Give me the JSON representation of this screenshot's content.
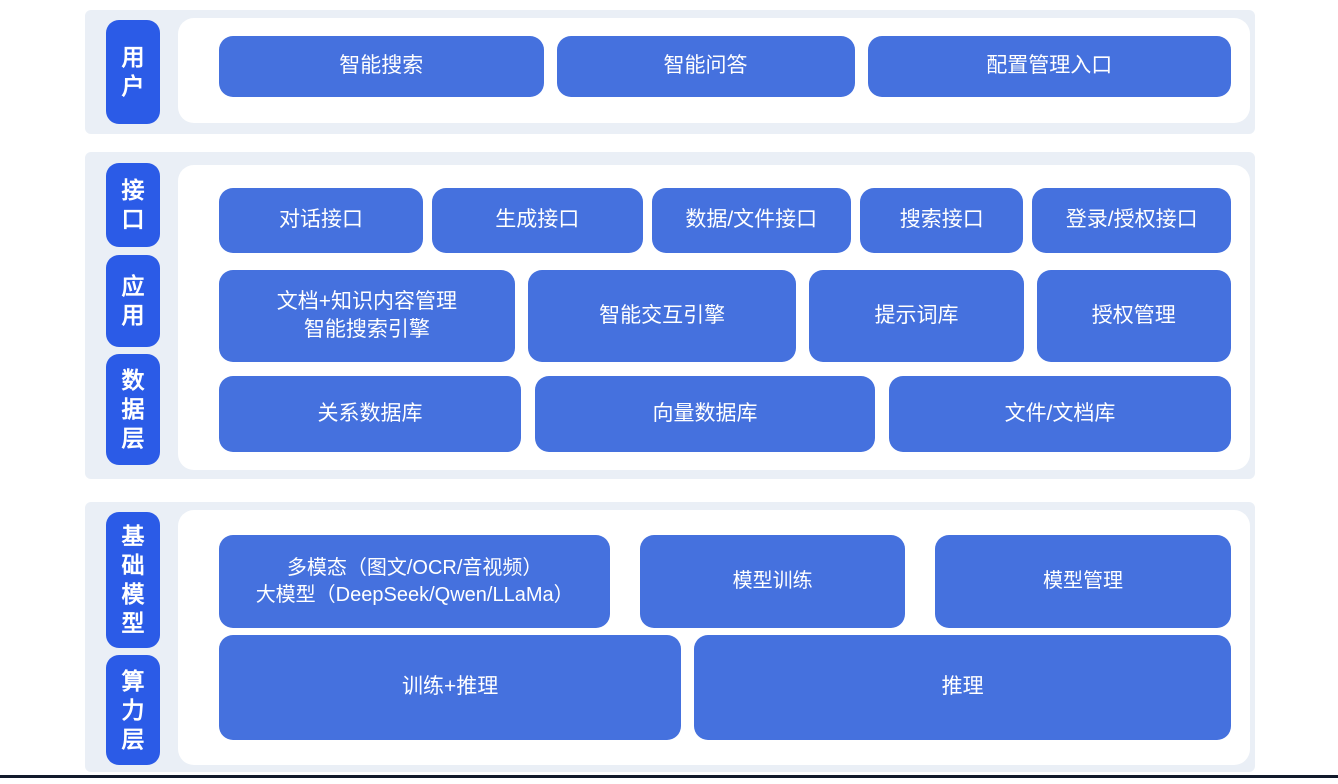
{
  "theme": {
    "band_bg": "#EAEFF6",
    "label_blue": "#2B5BE7",
    "box_blue": "#4571DE",
    "text_white": "#FFFFFF",
    "bottom_line": "#121A2B"
  },
  "diagram": {
    "type": "layered-architecture",
    "sections": [
      {
        "labels": [
          "用户"
        ],
        "rows": [
          [
            "智能搜索",
            "智能问答",
            "配置管理入口"
          ]
        ]
      },
      {
        "labels": [
          "接口",
          "应用",
          "数据层"
        ],
        "rows": [
          [
            "对话接口",
            "生成接口",
            "数据/文件接口",
            "搜索接口",
            "登录/授权接口"
          ],
          [
            "文档+知识内容管理\n智能搜索引擎",
            "智能交互引擎",
            "提示词库",
            "授权管理"
          ],
          [
            "关系数据库",
            "向量数据库",
            "文件/文档库"
          ]
        ]
      },
      {
        "labels": [
          "基础模型",
          "算力层"
        ],
        "rows": [
          [
            "多模态（图文/OCR/音视频）\n大模型（DeepSeek/Qwen/LLaMa）",
            "模型训练",
            "模型管理"
          ],
          [
            "训练+推理",
            "推理"
          ]
        ]
      }
    ]
  }
}
